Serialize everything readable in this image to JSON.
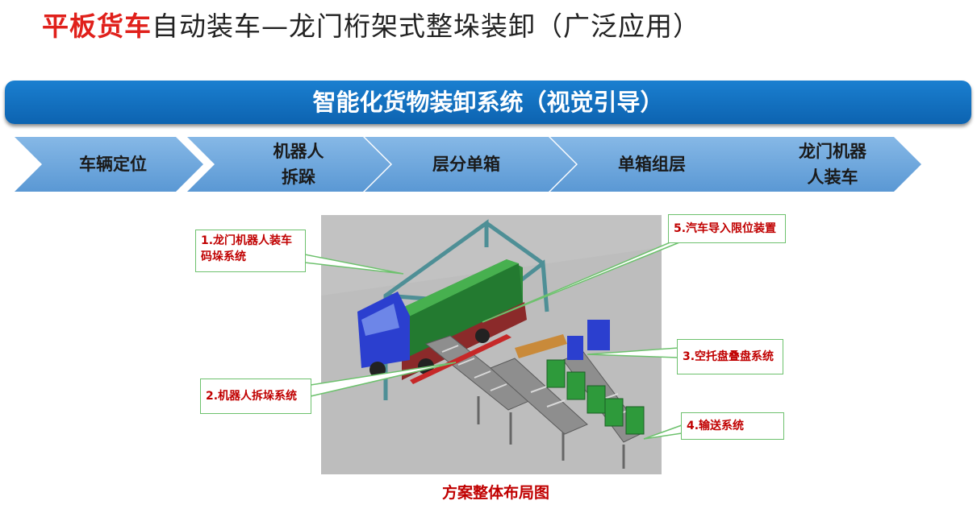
{
  "title": {
    "highlight": "平板货车",
    "rest": "自动装车—龙门桁架式整垛装卸（广泛应用）"
  },
  "banner": "智能化货物装卸系统（视觉引导）",
  "steps": [
    {
      "line1": "车辆定位",
      "line2": ""
    },
    {
      "line1": "机器人",
      "line2": "拆跺"
    },
    {
      "line1": "层分单箱",
      "line2": ""
    },
    {
      "line1": "单箱组层",
      "line2": ""
    },
    {
      "line1": "龙门机器",
      "line2": "人装车"
    }
  ],
  "callouts": {
    "c1": {
      "line1": "1.龙门机器人装车",
      "line2": "码垛系统"
    },
    "c2": "2.机器人拆垛系统",
    "c3": "3.空托盘叠盘系统",
    "c4": "4.输送系统",
    "c5": "5.汽车导入限位装置"
  },
  "caption": "方案整体布局图",
  "colors": {
    "title_red": "#e0201b",
    "banner_blue": "#1170c0",
    "arrow_blue": "#6fa7dc",
    "callout_text": "#c00000",
    "callout_border": "#6dc16d"
  }
}
